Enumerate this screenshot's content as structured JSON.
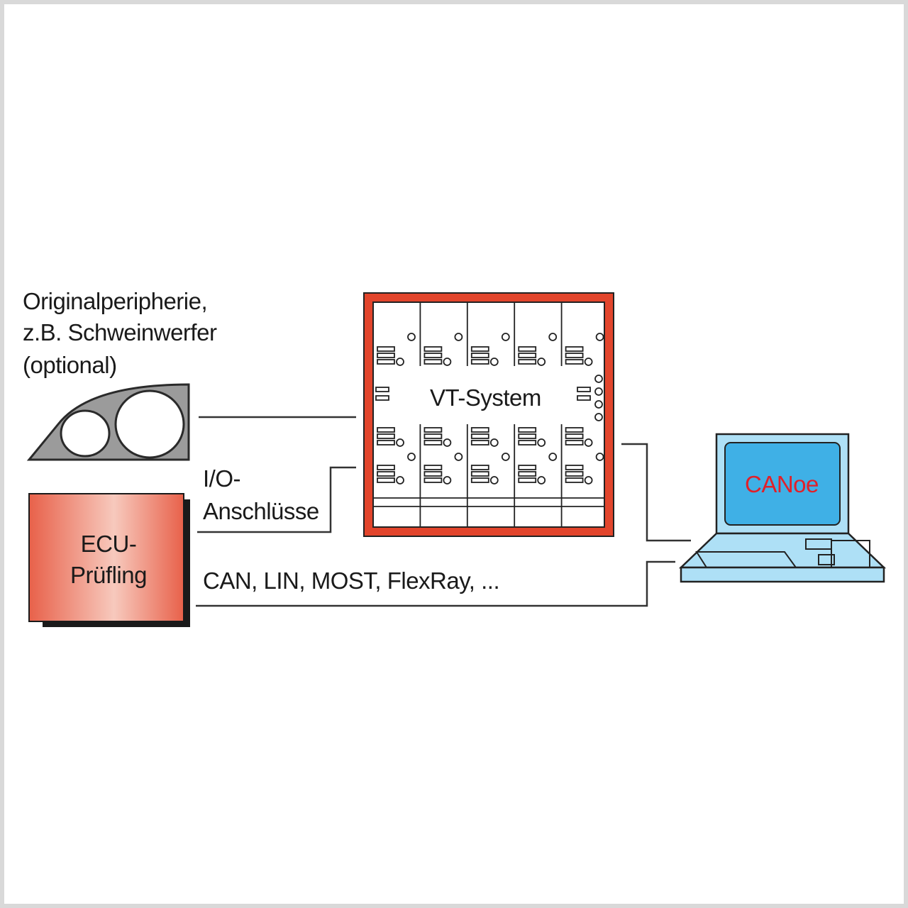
{
  "labels": {
    "peripherie_line1": "Originalperipherie,",
    "peripherie_line2": "z.B. Schweinwerfer",
    "peripherie_line3": "(optional)",
    "vt_system": "VT-System",
    "io_line1": "I/O-",
    "io_line2": "Anschlüsse",
    "ecu_line1": "ECU-",
    "ecu_line2": "Prüfling",
    "bus": "CAN, LIN, MOST, FlexRay, ...",
    "canoe": "CANoe"
  },
  "colors": {
    "vt_frame": "#e2452c",
    "ecu_fill": "#e8614a",
    "laptop_body": "#aee0f6",
    "laptop_screen": "#3fb0e6",
    "canoe_text": "#e0202a",
    "headlight_fill": "#9b9b9b",
    "line": "#333333"
  },
  "icons": {
    "headlight": "headlight-icon",
    "vt_rack": "vt-system-rack-icon",
    "ecu": "ecu-box-icon",
    "laptop": "laptop-icon"
  }
}
